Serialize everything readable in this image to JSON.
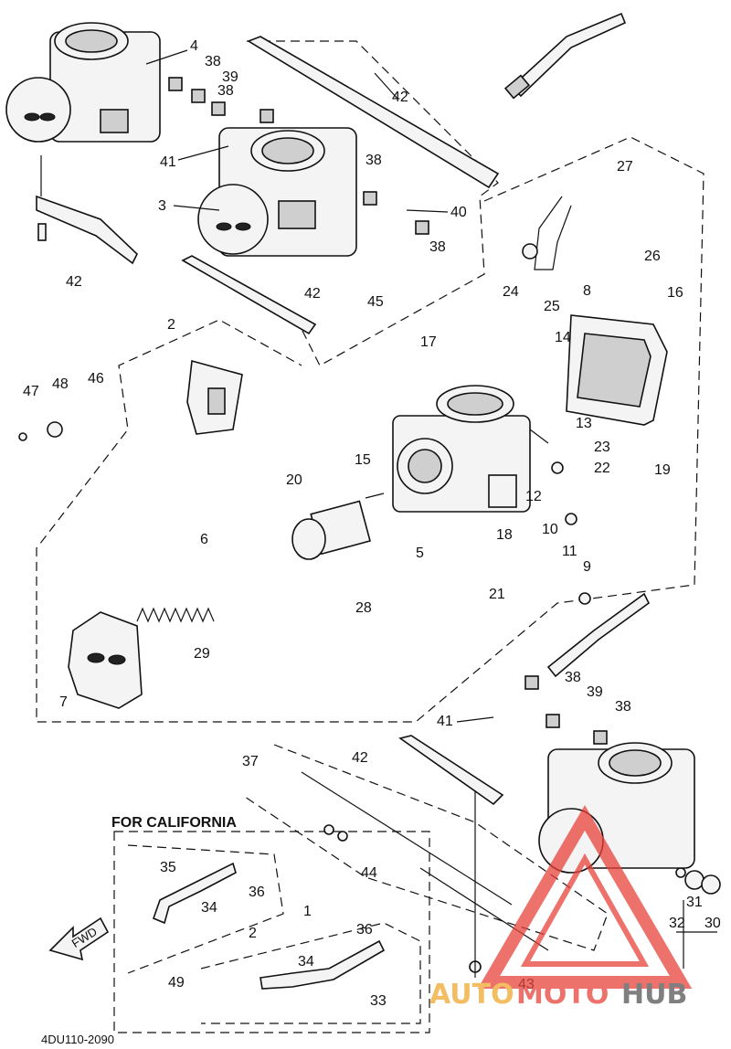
{
  "diagram": {
    "section_heading": "FOR CALIFORNIA",
    "drawing_code": "4DU110-2090",
    "fwd_label": "FWD",
    "callouts": [
      "1",
      "2",
      "2",
      "3",
      "4",
      "5",
      "6",
      "7",
      "8",
      "9",
      "10",
      "11",
      "12",
      "13",
      "14",
      "15",
      "16",
      "17",
      "18",
      "19",
      "20",
      "21",
      "22",
      "23",
      "24",
      "25",
      "26",
      "27",
      "28",
      "29",
      "30",
      "31",
      "32",
      "33",
      "34",
      "34",
      "35",
      "36",
      "36",
      "37",
      "38",
      "38",
      "38",
      "38",
      "38",
      "38",
      "39",
      "39",
      "40",
      "41",
      "41",
      "42",
      "42",
      "42",
      "42",
      "43",
      "44",
      "45",
      "46",
      "47",
      "48",
      "49"
    ]
  },
  "watermark": {
    "text_part1": "AUTO",
    "text_part2": "MOTO",
    "text_part3": "HUB",
    "color_primary": "#e8433a",
    "color_secondary": "#f0a830",
    "color_dark": "#555555"
  }
}
